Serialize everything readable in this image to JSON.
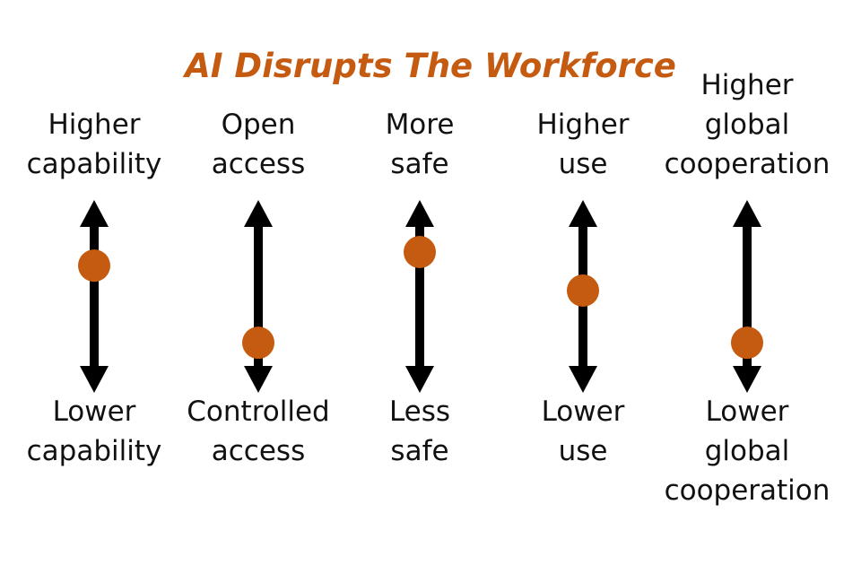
{
  "title": "AI Disrupts The Workforce",
  "colors": {
    "accent": "#C55A11",
    "arrow": "#000000"
  },
  "scales": [
    {
      "top_label": [
        "Higher",
        "capability"
      ],
      "bottom_label": [
        "Lower",
        "capability"
      ],
      "value": 0.66
    },
    {
      "top_label": [
        "Open",
        "access"
      ],
      "bottom_label": [
        "Controlled",
        "access"
      ],
      "value": 0.26
    },
    {
      "top_label": [
        "More",
        "safe"
      ],
      "bottom_label": [
        "Less",
        "safe"
      ],
      "value": 0.73
    },
    {
      "top_label": [
        "Higher",
        "use"
      ],
      "bottom_label": [
        "Lower",
        "use"
      ],
      "value": 0.53
    },
    {
      "top_label": [
        "Higher",
        "global",
        "cooperation"
      ],
      "bottom_label": [
        "Lower",
        "global",
        "cooperation"
      ],
      "value": 0.26
    }
  ]
}
